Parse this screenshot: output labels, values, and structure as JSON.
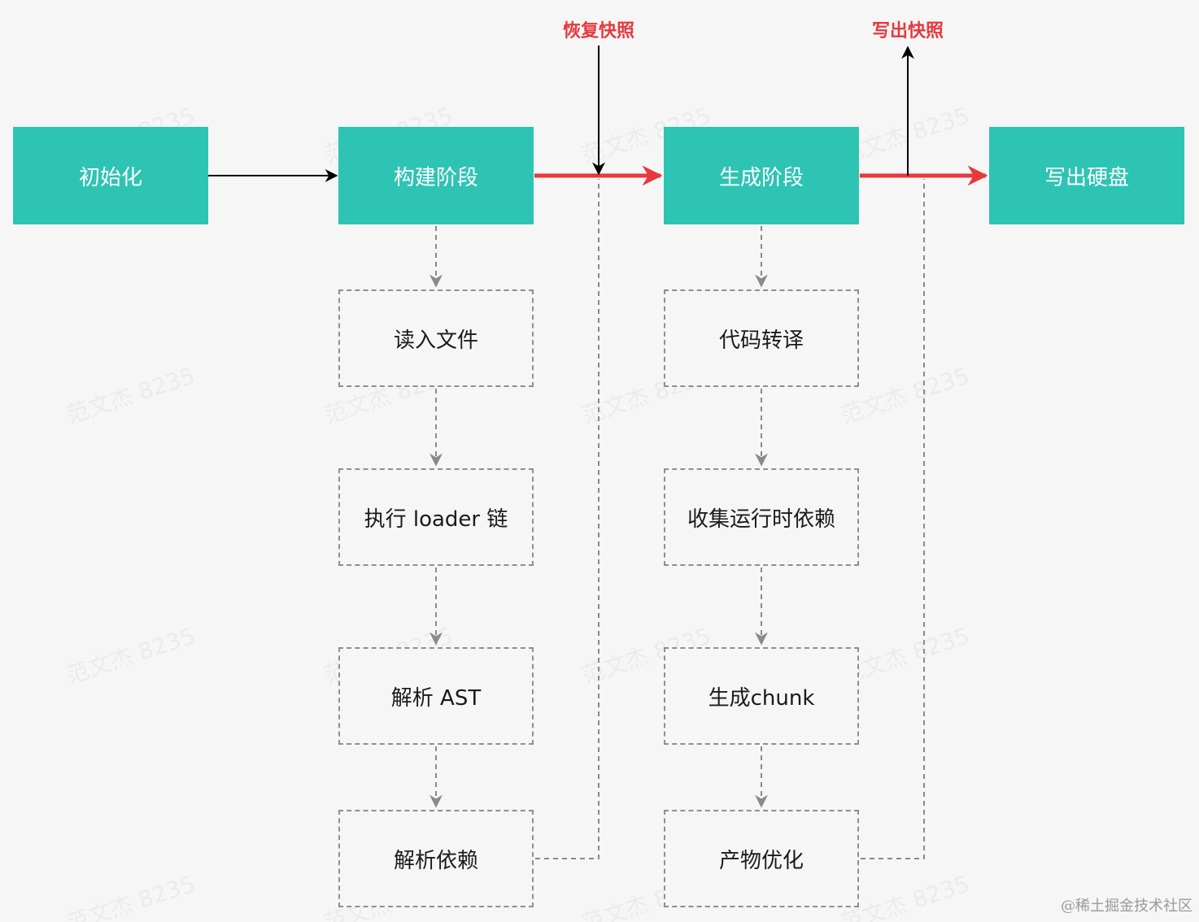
{
  "stages": [
    {
      "label": "初始化"
    },
    {
      "label": "构建阶段"
    },
    {
      "label": "生成阶段"
    },
    {
      "label": "写出硬盘"
    }
  ],
  "build_steps": [
    {
      "label": "读入文件"
    },
    {
      "label": "执行 loader 链"
    },
    {
      "label": "解析 AST"
    },
    {
      "label": "解析依赖"
    }
  ],
  "seal_steps": [
    {
      "label": "代码转译"
    },
    {
      "label": "收集运行时依赖"
    },
    {
      "label": "生成chunk"
    },
    {
      "label": "产物优化"
    }
  ],
  "annotations": {
    "restore_snapshot": "恢复快照",
    "write_snapshot": "写出快照"
  },
  "watermark": "范文杰 8235",
  "credit": "@稀土掘金技术社区",
  "colors": {
    "stage_fill": "#2ec4b4",
    "highlight_arrow": "#e8383d",
    "annotation_text": "#e8383d",
    "dashed_border": "#8f8f8f"
  }
}
